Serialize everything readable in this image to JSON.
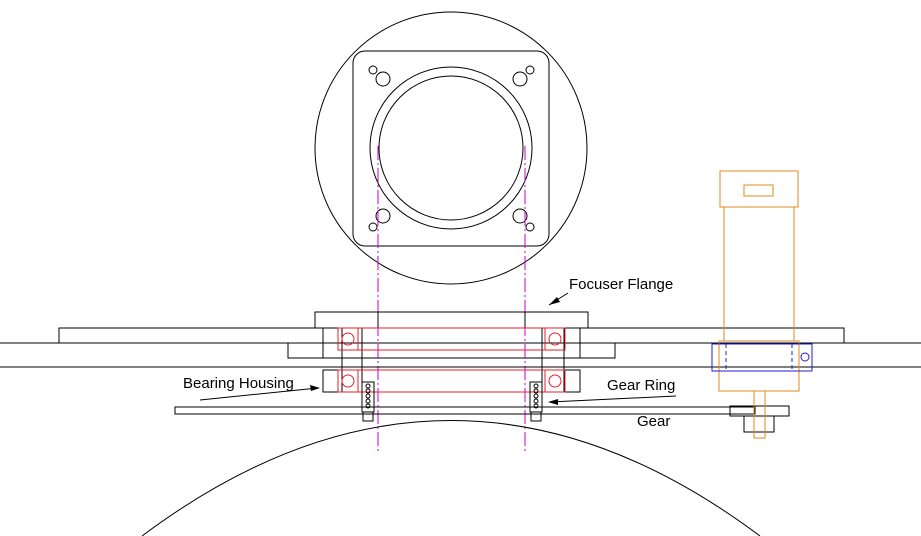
{
  "labels": {
    "focuser_flange": "Focuser Flange",
    "bearing_housing": "Bearing Housing",
    "gear_ring": "Gear Ring",
    "gear": "Gear"
  },
  "colors": {
    "outline": "#000000",
    "bearing": "#e8202a",
    "centerline": "#c800c8",
    "motor": "#e08a1e",
    "motor_mount": "#1e1ed8"
  }
}
